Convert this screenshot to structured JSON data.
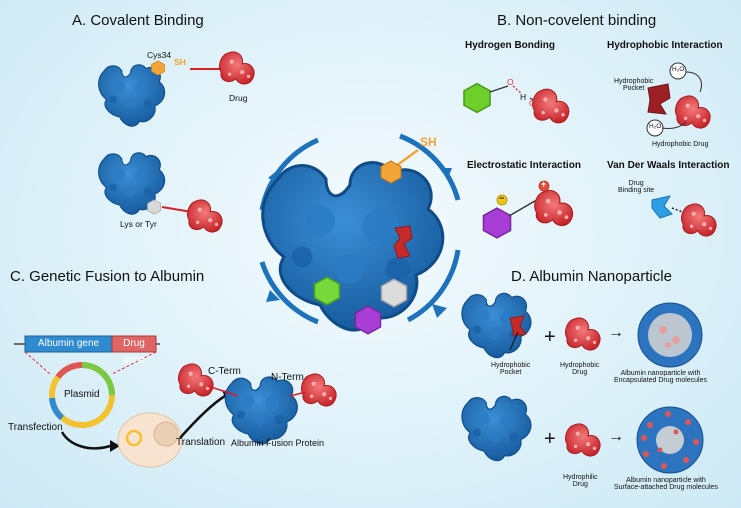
{
  "sections": {
    "a": {
      "title": "A. Covalent Binding",
      "cys_label": "Cys34",
      "sh_label": "SH",
      "drug_label": "Drug",
      "lys_label": "Lys or Tyr"
    },
    "b": {
      "title": "B. Non-covelent binding",
      "hydrogen": "Hydrogen Bonding",
      "hydrophobic": "Hydrophobic Interaction",
      "hydrophobic_pocket": "Hydrophobic\nPocket",
      "hydrophobic_drug": "Hydrophobic Drug",
      "electrostatic": "Electrostatic Interaction",
      "vdw": "Van Der Waals Interaction",
      "drug_binding_site": "Drug\nBinding site",
      "o_label": "O",
      "h_label": "H",
      "o2_label": "O",
      "water": "H₂O",
      "minus": "−",
      "plus": "+"
    },
    "c": {
      "title": "C. Genetic Fusion to Albumin",
      "albumin_gene": "Albumin gene",
      "drug_gene": "Drug gene",
      "plasmid": "Plasmid",
      "transfection": "Transfection",
      "translation": "Translation",
      "c_term": "C-Term",
      "n_term": "N-Term",
      "fusion_protein": "Albumin Fusion Protein"
    },
    "d": {
      "title": "D. Albumin Nanoparticle",
      "hydrophobic_pocket": "Hydrophobic\nPocket",
      "hydrophobic_drug": "Hydrophobic\nDrug",
      "np1": "Albumin nanoparticle with\nEncapsulated Drug molecules",
      "hydrophilic_drug": "Hydrophilic\nDrug",
      "np2": "Albumin nanoparticle with\nSurface-attached Drug molecules",
      "plus": "+",
      "arrow": "→"
    },
    "center": {
      "sh_label": "SH"
    }
  },
  "colors": {
    "albumin": "#1f6fb8",
    "drug": "#e0393f",
    "cys": "#f3a437",
    "green_hex": "#6fcf2a",
    "purple_hex": "#a83ed6",
    "gray_hex": "#d6d6d6",
    "gene_blue": "#2f8bd0",
    "gene_red": "#e06565"
  }
}
